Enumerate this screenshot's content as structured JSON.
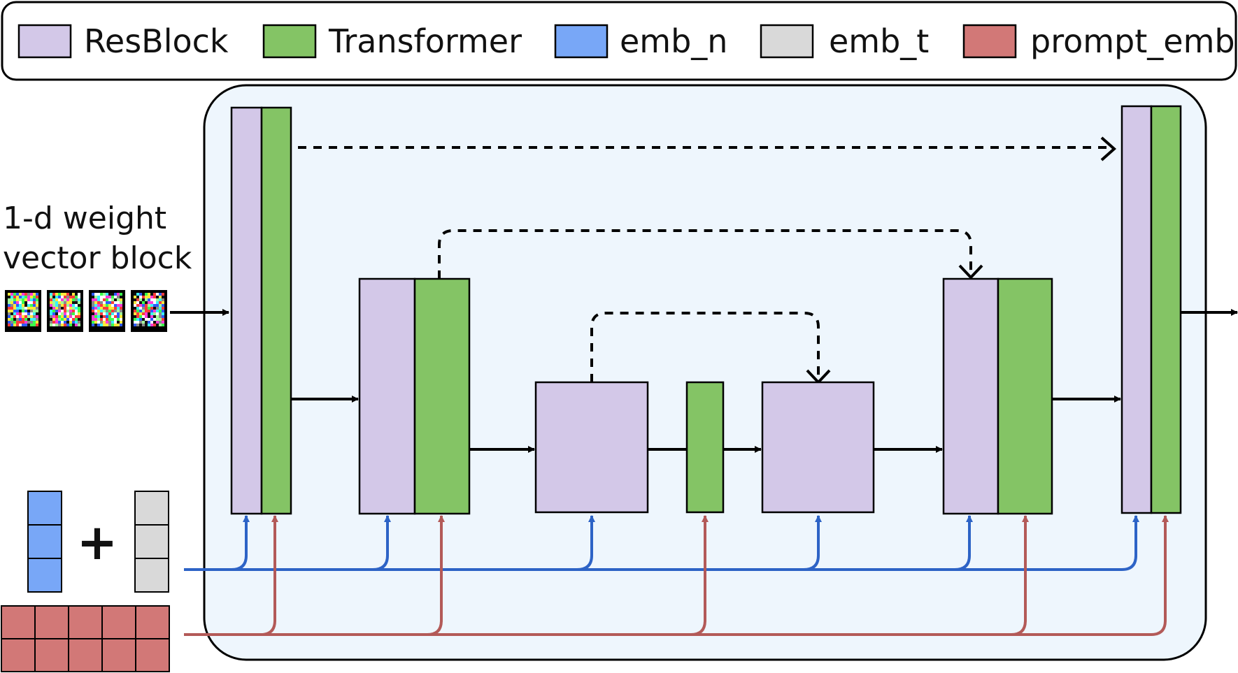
{
  "legend": [
    {
      "label": "ResBlock",
      "color": "#d3c8e8"
    },
    {
      "label": "Transformer",
      "color": "#84c465"
    },
    {
      "label": "emb_n",
      "color": "#78a7f7"
    },
    {
      "label": "emb_t",
      "color": "#d9d9d9"
    },
    {
      "label": "prompt_emb",
      "color": "#d27877"
    }
  ],
  "input_label": {
    "line1": "1-d weight",
    "line2": "vector block"
  },
  "plus_sign": "+",
  "colors": {
    "unet_bg": "#eef6fd",
    "resblock": "#d3c8e8",
    "transformer": "#84c465",
    "emb_n_line": "#2d63c6",
    "prompt_line": "#b35a58",
    "emb_n_cell": "#78a7f7",
    "emb_t_cell": "#d9d9d9",
    "prompt_cell": "#d27877"
  }
}
